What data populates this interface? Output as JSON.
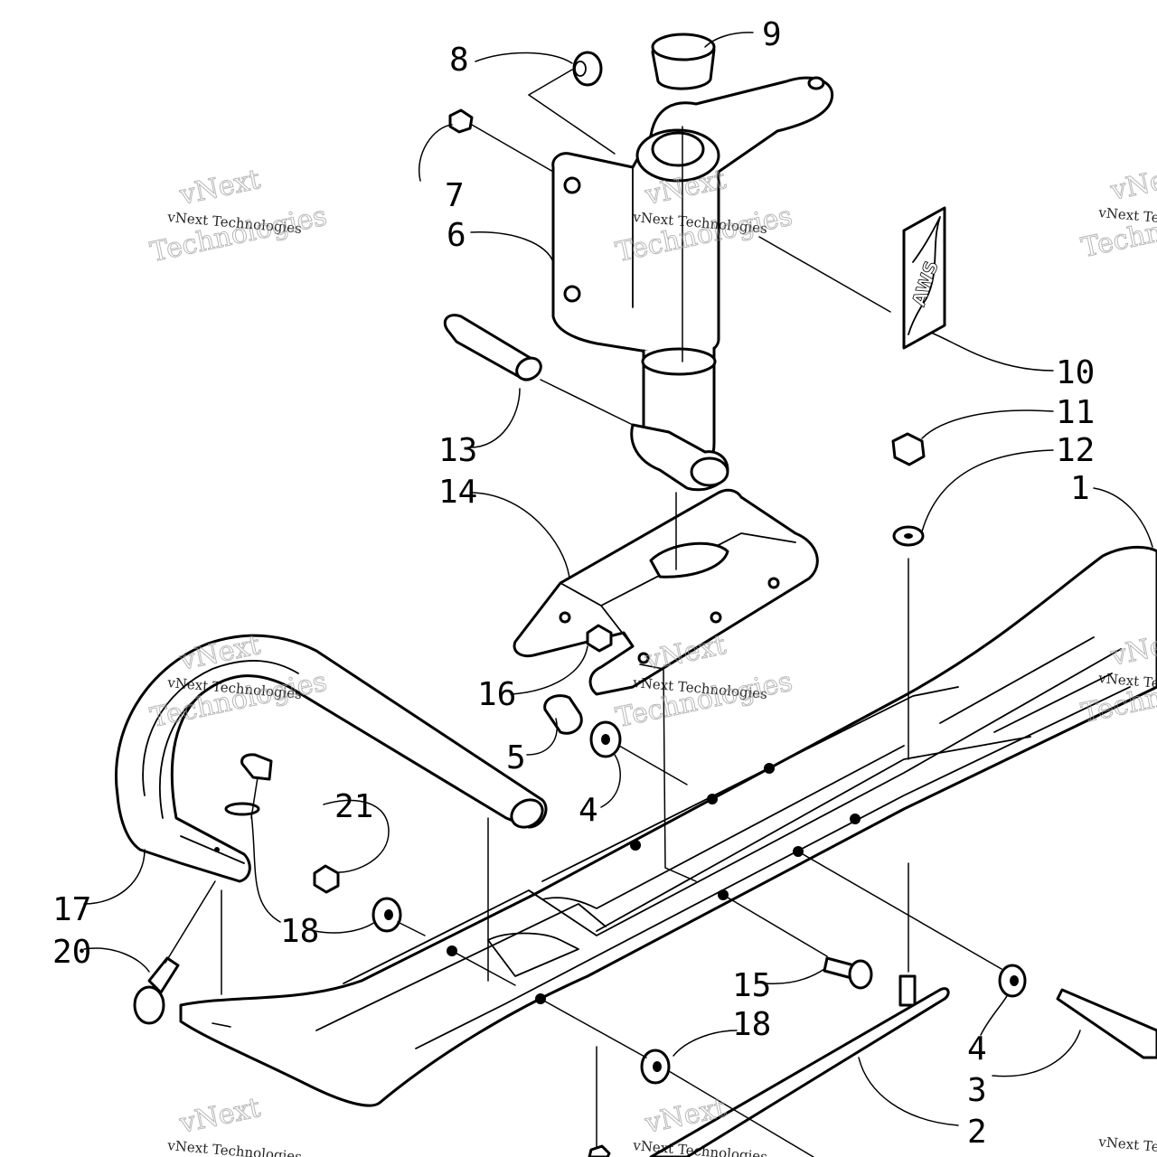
{
  "callouts": {
    "c1": "1",
    "c2": "2",
    "c3": "3",
    "c4a": "4",
    "c4b": "4",
    "c5": "5",
    "c6": "6",
    "c7": "7",
    "c8": "8",
    "c9": "9",
    "c10": "10",
    "c11": "11",
    "c12": "12",
    "c13": "13",
    "c14": "14",
    "c15": "15",
    "c16": "16",
    "c17": "17",
    "c18a": "18",
    "c18b": "18",
    "c20": "20",
    "c21": "21"
  },
  "watermark": {
    "line1": "vNext",
    "line2": "vNext Technologies",
    "line3": "Technologies"
  },
  "decal": {
    "text": "AWS"
  }
}
